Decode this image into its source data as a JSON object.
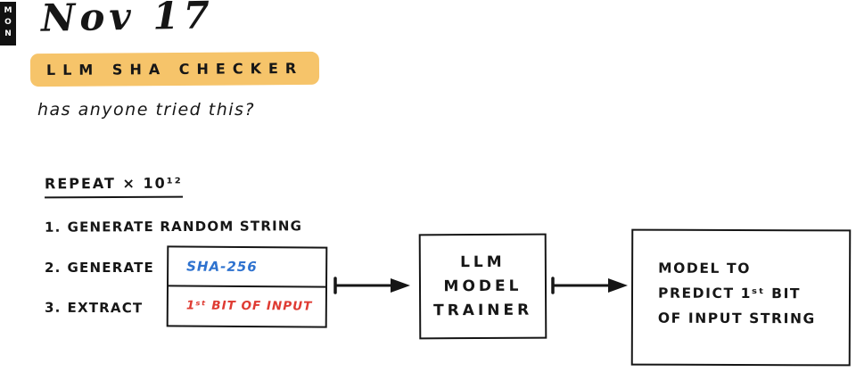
{
  "note": {
    "day_tag": "MON",
    "date": "Nov 17",
    "title": "LLM SHA CHECKER",
    "question": "has anyone tried this?"
  },
  "procedure": {
    "heading": "REPEAT × 10¹²",
    "steps": [
      {
        "num": "1.",
        "text": "GENERATE RANDOM STRING"
      },
      {
        "num": "2.",
        "text": "GENERATE"
      },
      {
        "num": "3.",
        "text": "EXTRACT"
      }
    ]
  },
  "flow": {
    "input_box": {
      "sha_label": "SHA-256",
      "bit_label": "1ˢᵗ BIT OF INPUT"
    },
    "trainer_box": {
      "line1": "LLM",
      "line2": "MODEL",
      "line3": "TRAINER"
    },
    "output_box": {
      "line1": "MODEL TO",
      "line2": "PREDICT 1ˢᵗ BIT",
      "line3": "OF INPUT STRING"
    }
  },
  "colors": {
    "ink": "#161616",
    "highlight": "#f6c46a",
    "sha_blue": "#2e72cf",
    "bit_red": "#df3b32"
  }
}
